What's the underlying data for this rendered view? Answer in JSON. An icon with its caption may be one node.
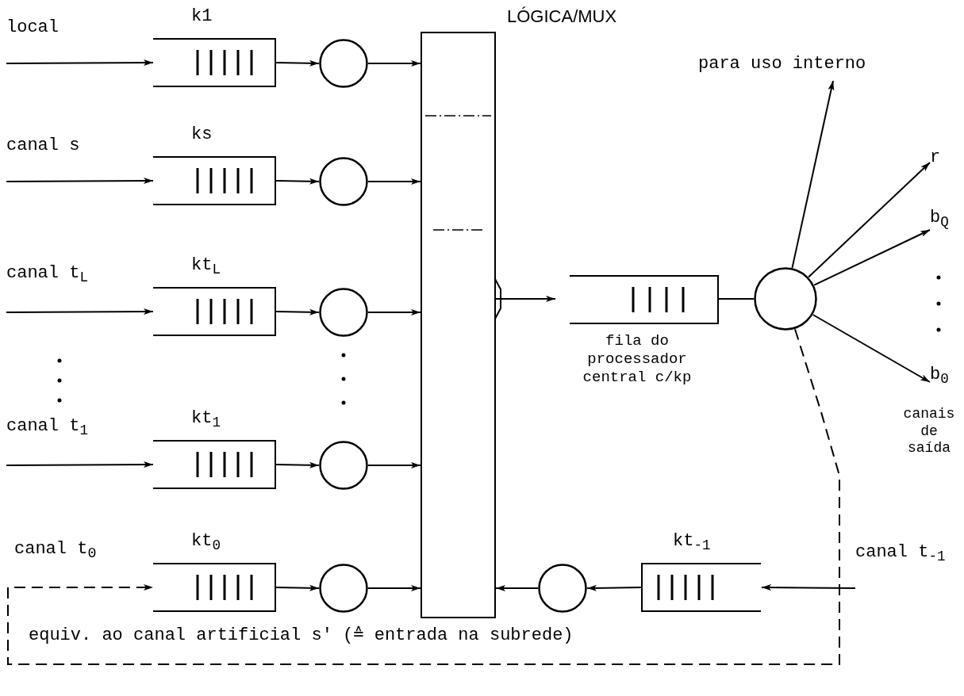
{
  "diagram": {
    "nodes": [
      {
        "text": [
          "local"
        ]
      },
      {
        "text": [
          "k1"
        ]
      },
      {
        "text": [],
        "shape": "circle"
      },
      {
        "text": [
          "canal s"
        ]
      },
      {
        "text": [
          "ks"
        ]
      },
      {
        "text": [],
        "shape": "circle"
      },
      {
        "text": [
          "canal t$_{L}$"
        ]
      },
      {
        "text": [
          "kt$_{L}$"
        ]
      },
      {
        "text": [],
        "shape": "circle"
      },
      {
        "text": [
          "canal t$_{1}$"
        ]
      },
      {
        "text": [
          "kt$_{1}$"
        ]
      },
      {
        "text": [],
        "shape": "circle"
      },
      {
        "text": [
          "kt$_{0}$"
        ]
      },
      {
        "text": [],
        "shape": "circle"
      },
      {
        "text": [
          "LÓGICA/MUX"
        ]
      },
      {
        "text": [
          "fila do processador central c/kp"
        ]
      },
      {
        "text": [],
        "shape": "circle"
      },
      {
        "text": [
          "para uso interno"
        ]
      },
      {
        "text": [
          "r"
        ]
      },
      {
        "text": [
          "b$_{Q}$"
        ]
      },
      {
        "text": [
          "b$_{0}$"
        ]
      },
      {
        "text": [],
        "shape": "circle"
      },
      {
        "text": [
          "kt$_{-1}$"
        ]
      },
      {
        "text": [
          "canal t$_{-1}$"
        ]
      }
    ],
    "edges": [
      {
        "from": 0,
        "to": 1,
        "arrow": "to"
      },
      {
        "from": 1,
        "to": 2,
        "arrow": "to"
      },
      {
        "from": 2,
        "to": 14,
        "arrow": "to"
      },
      {
        "from": 3,
        "to": 4,
        "arrow": "to"
      },
      {
        "from": 4,
        "to": 5,
        "arrow": "to"
      },
      {
        "from": 5,
        "to": 14,
        "arrow": "to"
      },
      {
        "from": 6,
        "to": 7,
        "arrow": "to"
      },
      {
        "from": 7,
        "to": 8,
        "arrow": "to"
      },
      {
        "from": 8,
        "to": 14,
        "arrow": "to"
      },
      {
        "from": 9,
        "to": 10,
        "arrow": "to"
      },
      {
        "from": 10,
        "to": 11,
        "arrow": "to"
      },
      {
        "from": 11,
        "to": 14,
        "arrow": "to"
      },
      {
        "from": 12,
        "to": 13,
        "arrow": "to"
      },
      {
        "from": 13,
        "to": 14,
        "arrow": "to"
      },
      {
        "from": 14,
        "to": 15,
        "arrow": "to"
      },
      {
        "from": 15,
        "to": 16,
        "arrow": "none"
      },
      {
        "from": 16,
        "to": 17,
        "arrow": "to"
      },
      {
        "from": 16,
        "to": 18,
        "arrow": "to"
      },
      {
        "from": 16,
        "to": 19,
        "arrow": "to"
      },
      {
        "from": 16,
        "to": 20,
        "arrow": "to"
      },
      {
        "from": 16,
        "to": 12,
        "arrow": "to",
        "style": "dashed",
        "label": "equiv. ao canal artificial s' (≙ entrada na subrede)"
      },
      {
        "from": 23,
        "to": 22,
        "arrow": "to"
      },
      {
        "from": 22,
        "to": 21,
        "arrow": "to"
      },
      {
        "from": 21,
        "to": 14,
        "arrow": "to"
      }
    ],
    "labels": [
      "canal t$_{0}$",
      "canais de saída"
    ]
  }
}
